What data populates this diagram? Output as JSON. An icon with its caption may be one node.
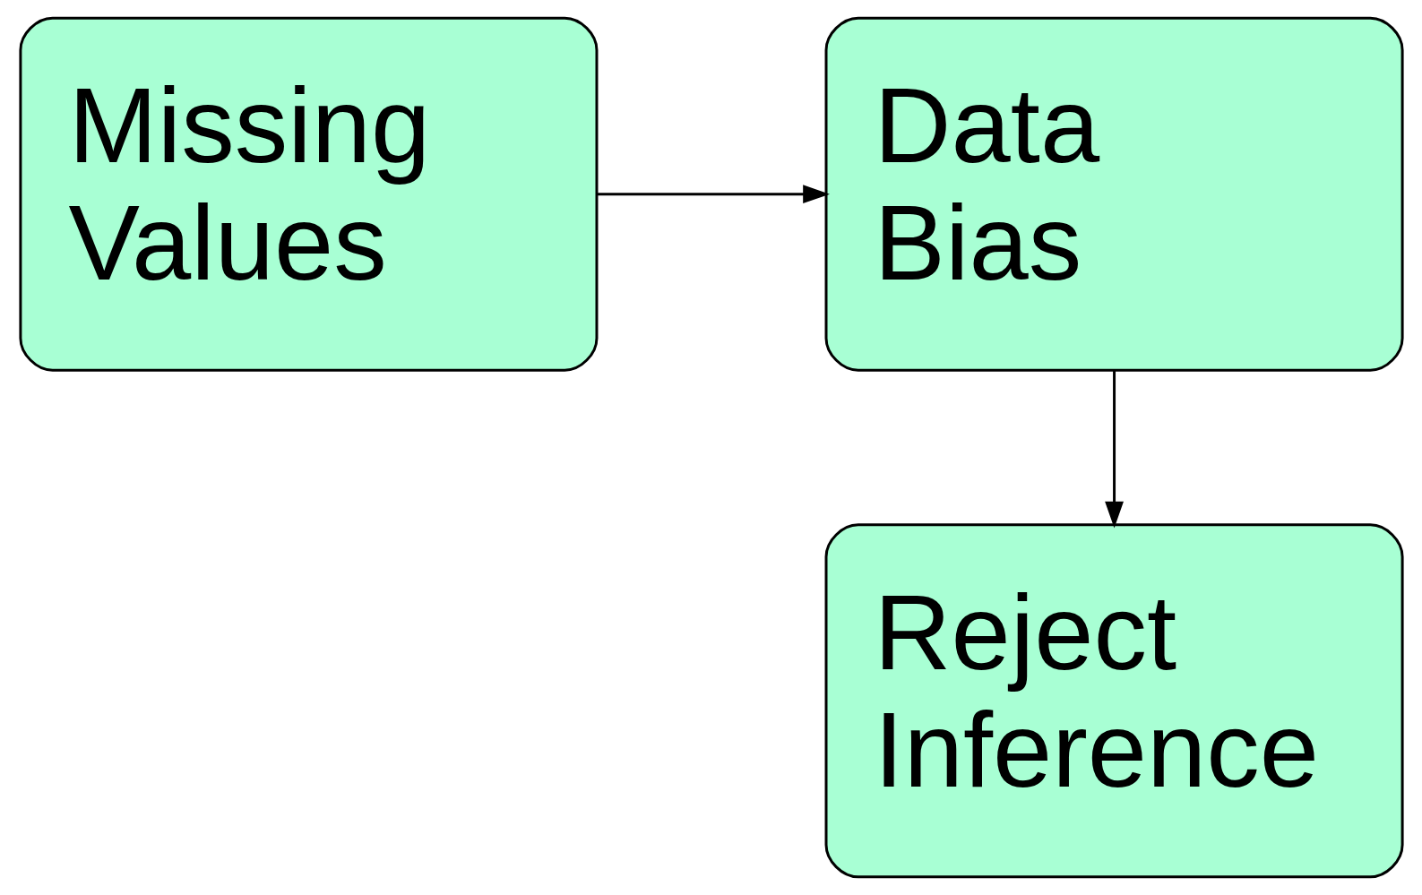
{
  "diagram": {
    "nodes": [
      {
        "text": [
          "Data Bias"
        ]
      },
      {
        "text": [
          "Missing Values"
        ]
      },
      {
        "text": [
          "Reject Inference"
        ]
      }
    ],
    "edges": [
      {
        "from": 1,
        "to": 0,
        "arrow": "to"
      },
      {
        "from": 0,
        "to": 2,
        "arrow": "to"
      }
    ]
  }
}
